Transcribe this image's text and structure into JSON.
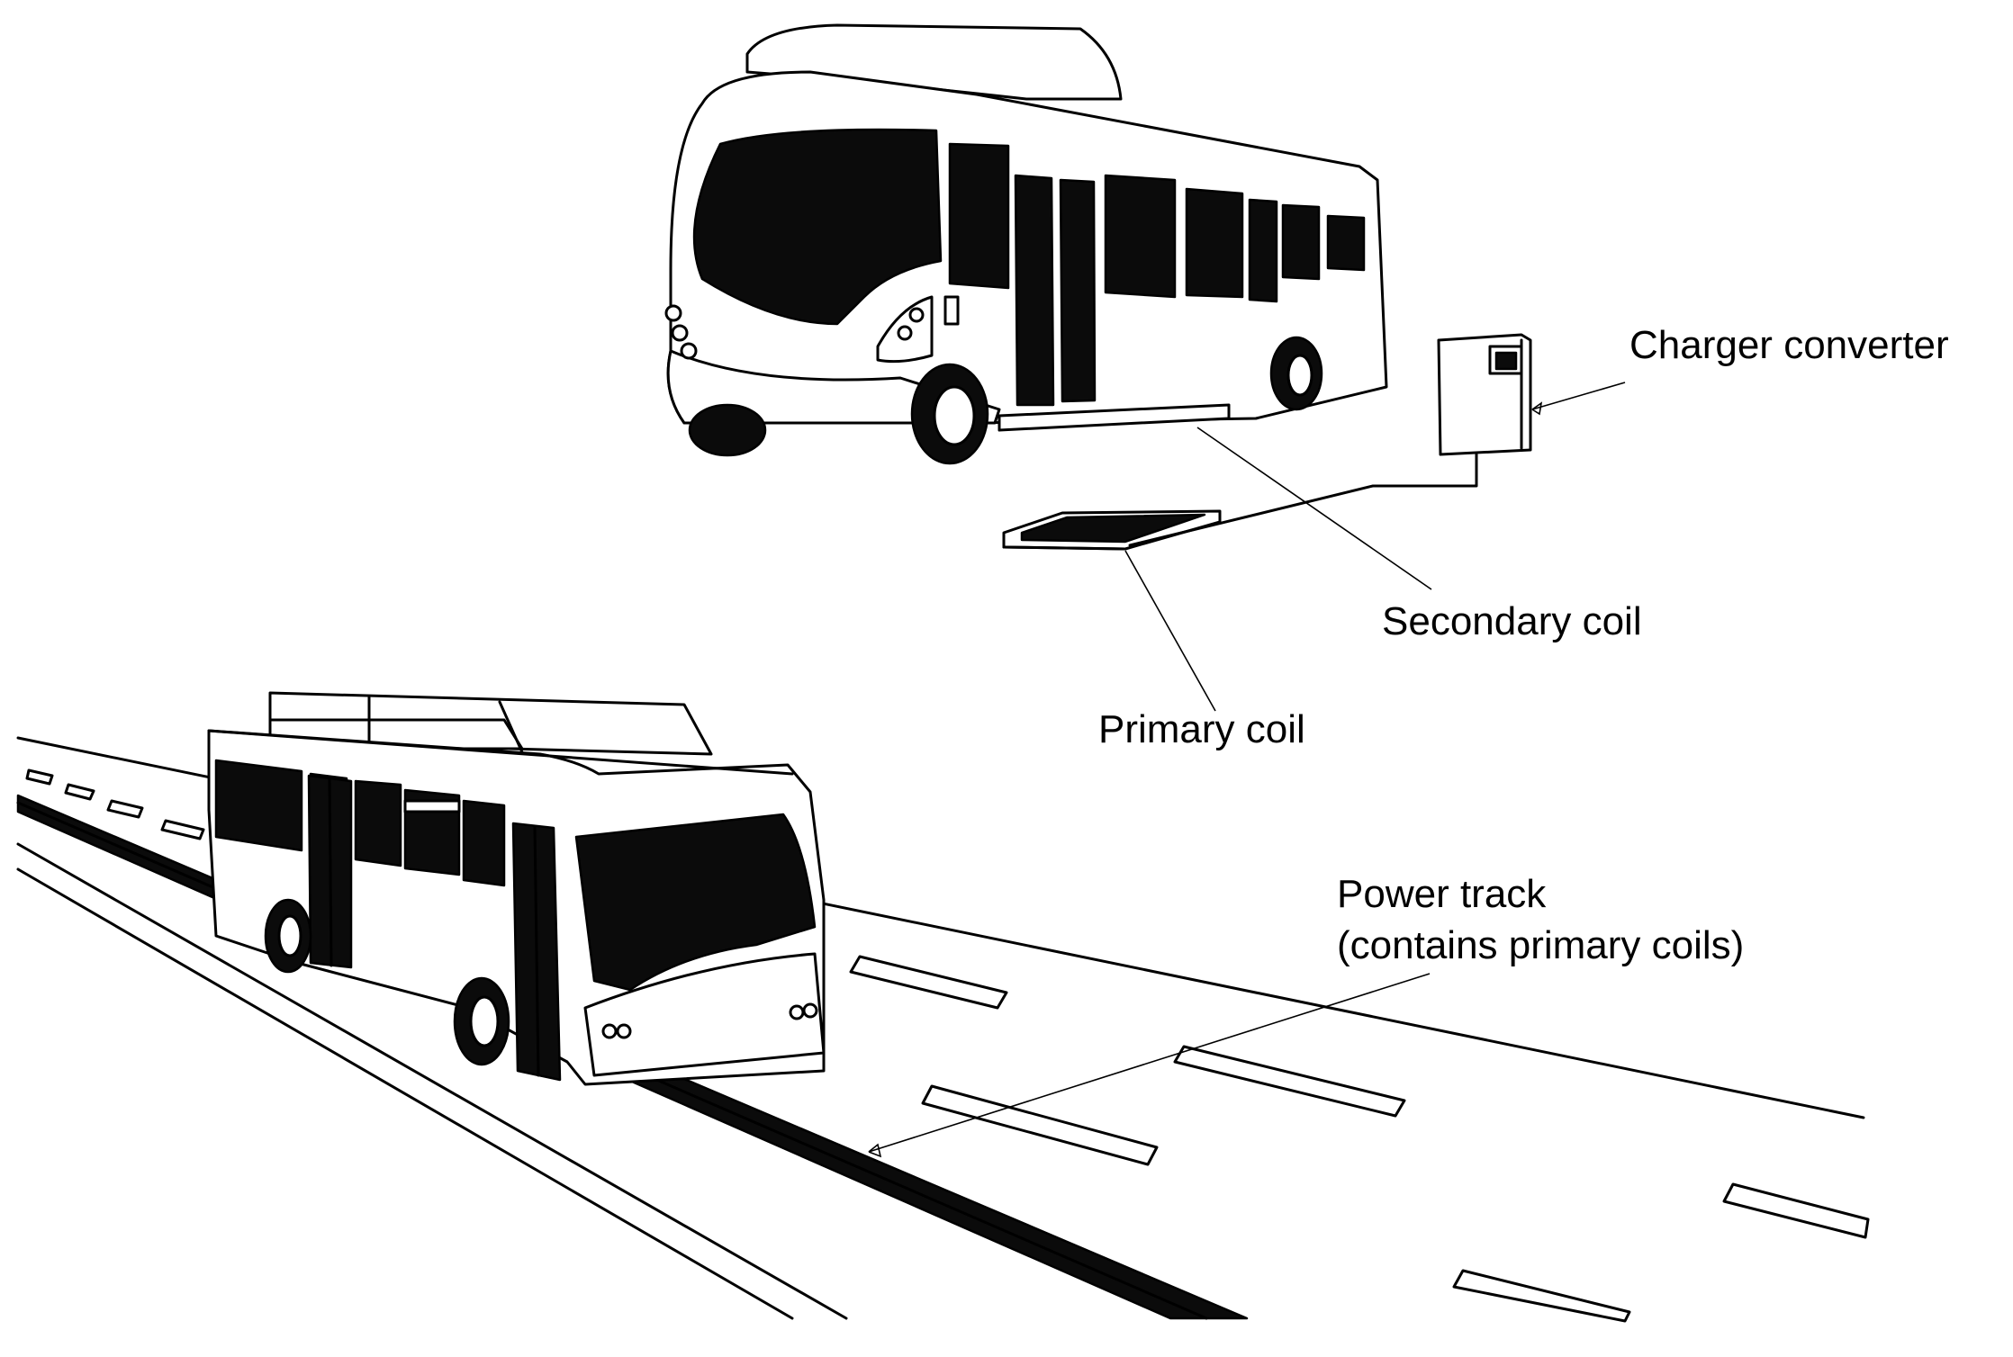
{
  "labels": {
    "charger_converter": "Charger converter",
    "secondary_coil": "Secondary coil",
    "primary_coil": "Primary coil",
    "power_track_line1": "Power track",
    "power_track_line2": "(contains primary coils)"
  },
  "colors": {
    "ink": "#000000",
    "background": "#ffffff"
  }
}
